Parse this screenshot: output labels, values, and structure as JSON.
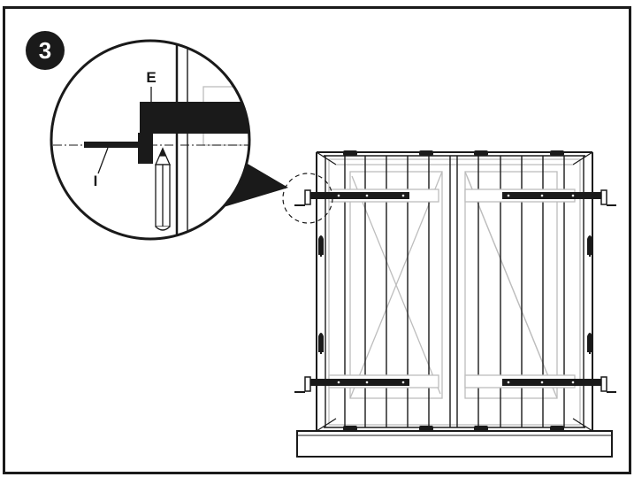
{
  "step": {
    "number": "3"
  },
  "callouts": {
    "e_label": "E",
    "i_label": "I"
  },
  "colors": {
    "ink": "#1a1a1a",
    "light_line": "#bdbdbd",
    "badge": "#1a1a1a",
    "paper": "#ffffff"
  }
}
